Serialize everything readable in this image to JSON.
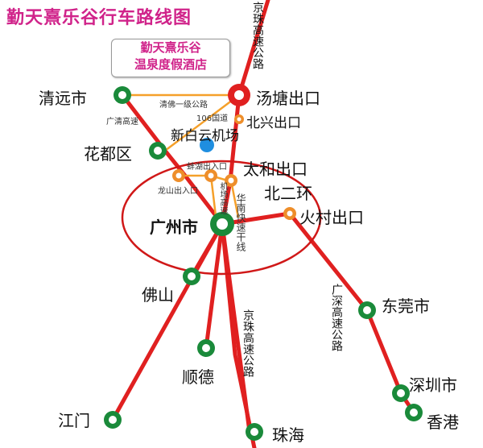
{
  "title": "勤天熹乐谷行车路线图",
  "resort": {
    "line1": "勤天熹乐谷",
    "line2": "温泉度假酒店"
  },
  "colors": {
    "road": "#e02020",
    "ring": "#d01818",
    "branch": "#f5a02a",
    "city_fill": "#1a8a3a",
    "exit_fill": "#ee8e2a",
    "airport": "#1f8ee0",
    "title": "#d0238a"
  },
  "cities": {
    "qingyuan": "清远市",
    "huadu": "花都区",
    "guangzhou": "广州市",
    "foshan": "佛山",
    "shunde": "顺德",
    "jiangmen": "江门",
    "zhuhai": "珠海",
    "dongguan": "东莞市",
    "shenzhen": "深圳市",
    "hongkong": "香港"
  },
  "places": {
    "tangtang_exit": "汤塘出口",
    "beixing_exit": "北兴出口",
    "airport": "新白云机场",
    "taihe_exit": "太和出口",
    "beierhuan": "北二环",
    "huocun_exit": "火村出口",
    "bengu_exit": "蚌湖出入口",
    "longshan_exit": "龙山出入口"
  },
  "roads": {
    "jingzhu_top": "京珠高速公路",
    "jingzhu_bottom": "京珠高速公路",
    "qingfo": "清佛一级公路",
    "guangqing": "广清高速",
    "g106": "106国道",
    "jichang": "机场高速",
    "huanan": "华南快速干线",
    "guangshen": "广深高速公路"
  }
}
